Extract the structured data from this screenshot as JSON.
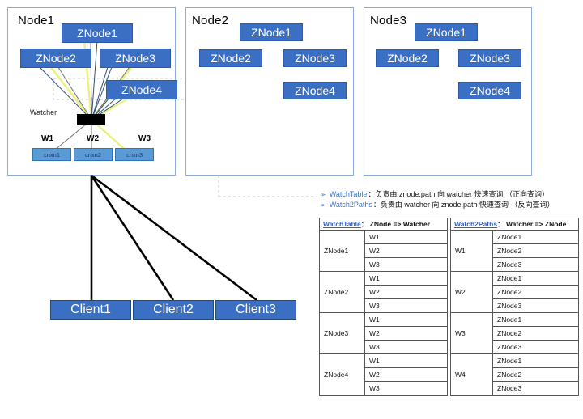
{
  "nodes": [
    {
      "title": "Node1",
      "znodes": [
        "ZNode1",
        "ZNode2",
        "ZNode3",
        "ZNode4"
      ],
      "watcher_label": "Watcher",
      "w_labels": [
        "W1",
        "W2",
        "W3"
      ],
      "cnxns": [
        "cnxn1",
        "cnxn2",
        "cnxn3"
      ]
    },
    {
      "title": "Node2",
      "znodes": [
        "ZNode1",
        "ZNode2",
        "ZNode3",
        "ZNode4"
      ]
    },
    {
      "title": "Node3",
      "znodes": [
        "ZNode1",
        "ZNode2",
        "ZNode3",
        "ZNode4"
      ]
    }
  ],
  "clients": [
    "Client1",
    "Client2",
    "Client3"
  ],
  "legend": {
    "bullet": "➢",
    "lines": [
      {
        "key": "WatchTable",
        "separator": "：",
        "text": "负责由 znode.path 向 watcher 快速查询 （正向查询）"
      },
      {
        "key": "Watch2Paths",
        "separator": "：",
        "text": "负责由 watcher 向 znode.path 快速查询 （反向查询）"
      }
    ]
  },
  "tables": [
    {
      "name": "watch-table",
      "header_key": "WatchTable",
      "header_sep": "：",
      "header_left": "ZNode",
      "header_arrow": "=>",
      "header_right": "Watcher",
      "groups": [
        {
          "label": "ZNode1",
          "values": [
            "W1",
            "W2",
            "W3"
          ]
        },
        {
          "label": "ZNode2",
          "values": [
            "W1",
            "W2",
            "W3"
          ]
        },
        {
          "label": "ZNode3",
          "values": [
            "W1",
            "W2",
            "W3"
          ]
        },
        {
          "label": "ZNode4",
          "values": [
            "W1",
            "W2",
            "W3"
          ]
        }
      ]
    },
    {
      "name": "watch2paths-table",
      "header_key": "Watch2Paths",
      "header_sep": "：",
      "header_left": "Watcher",
      "header_arrow": "=>",
      "header_right": "ZNode",
      "groups": [
        {
          "label": "W1",
          "values": [
            "ZNode1",
            "ZNode2",
            "ZNode3"
          ]
        },
        {
          "label": "W2",
          "values": [
            "ZNode1",
            "ZNode2",
            "ZNode3"
          ]
        },
        {
          "label": "W3",
          "values": [
            "ZNode1",
            "ZNode2",
            "ZNode3"
          ]
        },
        {
          "label": "W4",
          "values": [
            "ZNode1",
            "ZNode2",
            "ZNode3"
          ]
        }
      ]
    }
  ],
  "colors": {
    "znode_fill": "#3a6fc4",
    "panel_border": "#8ea9db",
    "cnxn_fill": "#5b9bd5",
    "watcher_hub": "#000000",
    "accent_link": "#3a6fc4",
    "line_yellow": "#e8ef7a",
    "line_navy": "#2f4f7f",
    "line_gray": "#7f7f7f",
    "client_line": "#000000",
    "dashed_gray": "#bfbfbf"
  }
}
